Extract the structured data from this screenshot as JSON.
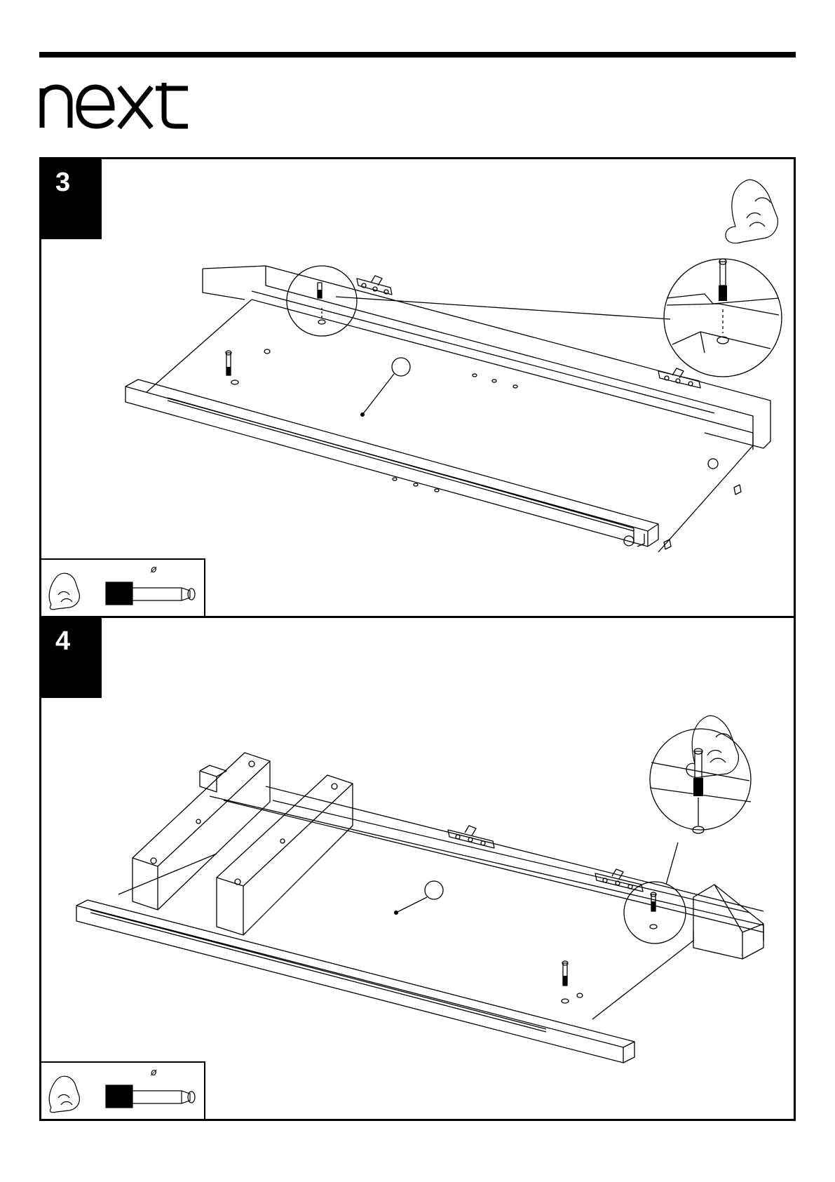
{
  "brand": {
    "logo_text": "next"
  },
  "steps": [
    {
      "number": "3",
      "tool": {
        "diameter_symbol": "ø",
        "hand_icon": "finger-tighten-hand-icon",
        "part_icon": "threaded-dowel-icon"
      }
    },
    {
      "number": "4",
      "tool": {
        "diameter_symbol": "ø",
        "hand_icon": "finger-tighten-hand-icon",
        "part_icon": "threaded-dowel-icon"
      }
    }
  ]
}
